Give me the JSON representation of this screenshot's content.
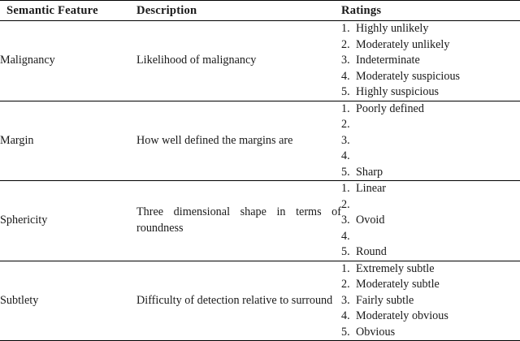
{
  "table": {
    "columns": [
      {
        "key": "feature",
        "label": "Semantic Feature"
      },
      {
        "key": "description",
        "label": "Description"
      },
      {
        "key": "ratings",
        "label": "Ratings"
      }
    ],
    "rows": [
      {
        "feature": "Malignancy",
        "description": "Likelihood of malignancy",
        "ratings": [
          {
            "num": "1.",
            "label": "Highly unlikely"
          },
          {
            "num": "2.",
            "label": "Moderately unlikely"
          },
          {
            "num": "3.",
            "label": "Indeterminate"
          },
          {
            "num": "4.",
            "label": "Moderately suspicious"
          },
          {
            "num": "5.",
            "label": "Highly suspicious"
          }
        ]
      },
      {
        "feature": "Margin",
        "description": "How well defined the margins are",
        "ratings": [
          {
            "num": "1.",
            "label": "Poorly defined"
          },
          {
            "num": "2.",
            "label": ""
          },
          {
            "num": "3.",
            "label": ""
          },
          {
            "num": "4.",
            "label": ""
          },
          {
            "num": "5.",
            "label": "Sharp"
          }
        ]
      },
      {
        "feature": "Sphericity",
        "description": "Three dimensional shape in terms of roundness",
        "ratings": [
          {
            "num": "1.",
            "label": "Linear"
          },
          {
            "num": "2.",
            "label": ""
          },
          {
            "num": "3.",
            "label": "Ovoid"
          },
          {
            "num": "4.",
            "label": ""
          },
          {
            "num": "5.",
            "label": "Round"
          }
        ]
      },
      {
        "feature": "Subtlety",
        "description": "Difficulty of detection relative to surround",
        "ratings": [
          {
            "num": "1.",
            "label": "Extremely subtle"
          },
          {
            "num": "2.",
            "label": "Moderately subtle"
          },
          {
            "num": "3.",
            "label": "Fairly subtle"
          },
          {
            "num": "4.",
            "label": "Moderately obvious"
          },
          {
            "num": "5.",
            "label": "Obvious"
          }
        ]
      }
    ]
  }
}
